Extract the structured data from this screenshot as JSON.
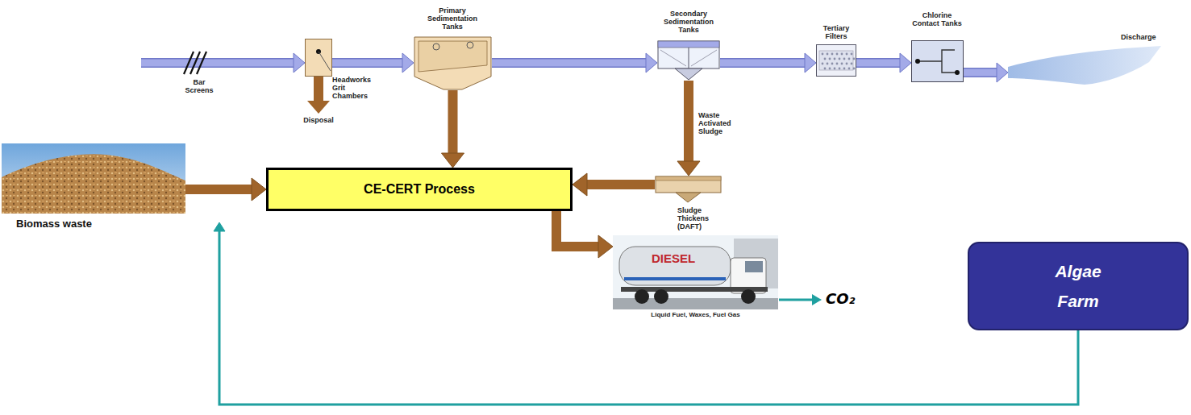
{
  "diagram": {
    "nodes": [
      {
        "text": [
          "Headworks Grit Chambers"
        ]
      },
      {
        "text": [
          "Primary Sedimentation Tanks"
        ]
      },
      {
        "text": [
          "Secondary Sedimentation Tanks"
        ]
      },
      {
        "text": [
          "Tertiary Filters"
        ]
      },
      {
        "text": [
          "Chlorine Contact Tanks"
        ]
      },
      {
        "text": [
          "Discharge"
        ]
      },
      {
        "text": [
          "Biomass waste"
        ]
      },
      {
        "text": [
          "CE-CERT Process"
        ]
      },
      {
        "text": [
          "Sludge Thickens (DAFT)"
        ]
      },
      {
        "text": [
          "Liquid Fuel, Waxes, Fuel Gas"
        ]
      },
      {
        "text": [
          "Algae Farm"
        ]
      }
    ],
    "edges": [
      {
        "from": 0,
        "to": 1,
        "arrow": "to"
      },
      {
        "from": 1,
        "to": 2,
        "arrow": "to"
      },
      {
        "from": 2,
        "to": 3,
        "arrow": "to"
      },
      {
        "from": 3,
        "to": 4,
        "arrow": "to"
      },
      {
        "from": 4,
        "to": 5,
        "arrow": "to"
      },
      {
        "from": 1,
        "to": 7,
        "arrow": "to"
      },
      {
        "from": 2,
        "to": 8,
        "label": "Waste Activated Sludge",
        "arrow": "to"
      },
      {
        "from": 8,
        "to": 7,
        "arrow": "to"
      },
      {
        "from": 6,
        "to": 7,
        "arrow": "to"
      },
      {
        "from": 7,
        "to": 9,
        "arrow": "to"
      },
      {
        "from": 10,
        "to": 7,
        "arrow": "to"
      }
    ],
    "labels": [
      "Bar Screens",
      "Disposal",
      "DIESEL",
      "CO₂"
    ]
  }
}
